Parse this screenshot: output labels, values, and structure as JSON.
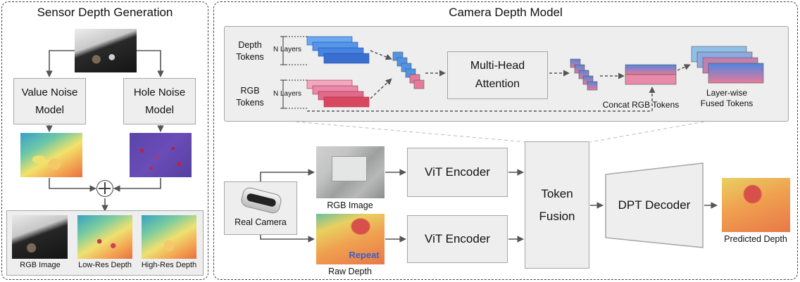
{
  "sensor_panel": {
    "title": "Sensor Depth Generation",
    "value_noise_box": "Value Noise\nModel",
    "hole_noise_box": "Hole Noise\nModel",
    "outputs": [
      "RGB Image",
      "Low-Res Depth",
      "High-Res Depth"
    ]
  },
  "camera_panel": {
    "title": "Camera Depth Model",
    "inset": {
      "depth_tokens": "Depth\nTokens",
      "rgb_tokens": "RGB\nTokens",
      "n_layers": "N Layers",
      "attention_box": "Multi-Head\nAttention",
      "concat_label": "Concat RGB Tokens",
      "fused_label": "Layer-wise\nFused Tokens"
    },
    "real_camera": "Real Camera",
    "rgb_image": "RGB Image",
    "raw_depth": "Raw Depth",
    "repeat": "Repeat",
    "vit_encoder_top": "ViT Encoder",
    "vit_encoder_bottom": "ViT Encoder",
    "token_fusion": "Token\nFusion",
    "dpt_decoder": "DPT Decoder",
    "predicted_depth": "Predicted Depth"
  },
  "colors": {
    "depth_token": "#3f7fe0",
    "rgb_token": "#e06a8a",
    "box_fill": "#eeeeee",
    "arrow": "#555555"
  },
  "icons": [
    "plus-circle-icon",
    "camera-device-icon"
  ]
}
